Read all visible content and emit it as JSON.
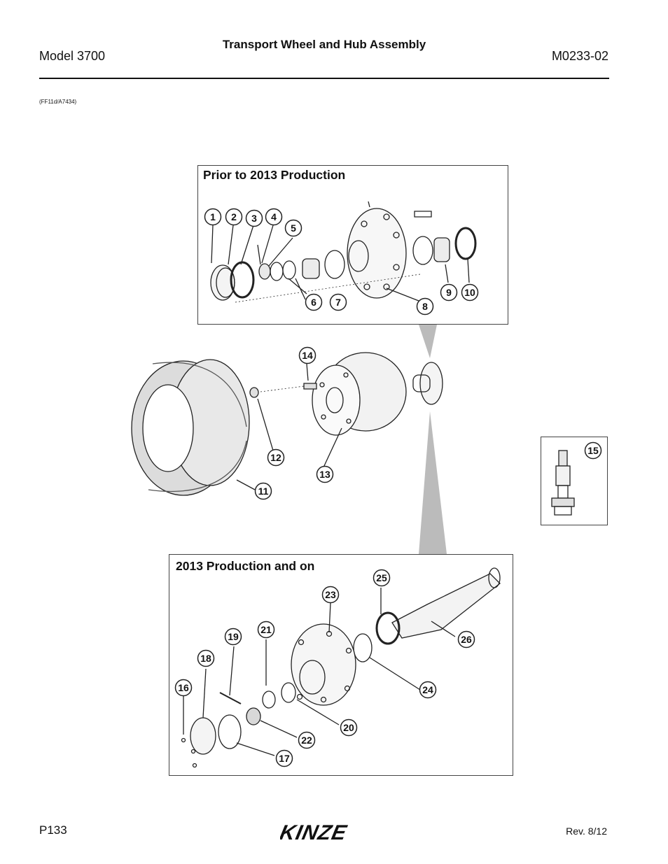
{
  "header": {
    "model": "Model 3700",
    "title": "Transport Wheel and Hub Assembly",
    "doc_number": "M0233-02"
  },
  "figure_ref": "(FF11d/A7434)",
  "panels": {
    "prior": "Prior to 2013 Production",
    "current": "2013 Production and on"
  },
  "callouts": [
    "1",
    "2",
    "3",
    "4",
    "5",
    "6",
    "7",
    "8",
    "9",
    "10",
    "11",
    "12",
    "13",
    "14",
    "15",
    "16",
    "17",
    "18",
    "19",
    "20",
    "21",
    "22",
    "23",
    "24",
    "25",
    "26"
  ],
  "footer": {
    "page": "P133",
    "logo_text": "KINZE",
    "revision": "Rev. 8/12"
  }
}
